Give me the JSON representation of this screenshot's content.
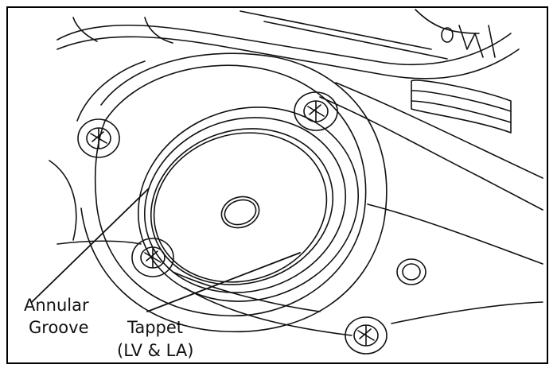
{
  "labels": {
    "groove_line1": "Annular",
    "groove_line2": "Groove",
    "tappet_line1": "Tappet",
    "tappet_line2": "(LV & LA)"
  },
  "colors": {
    "stroke": "#111111",
    "background": "#ffffff"
  }
}
